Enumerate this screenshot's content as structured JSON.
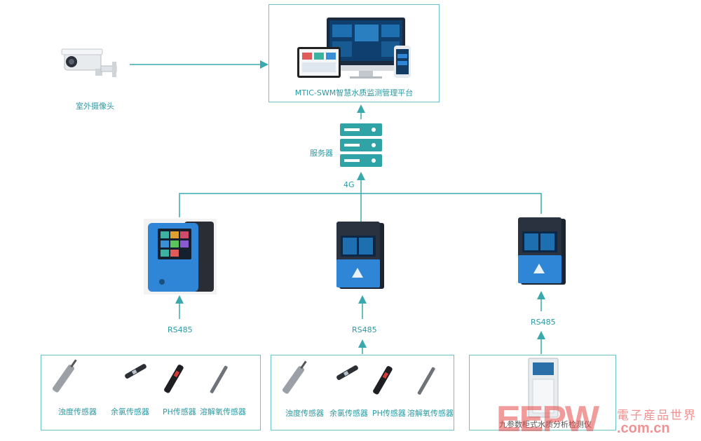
{
  "platform": {
    "label": "MTIC-SWM智慧水质监测管理平台"
  },
  "camera": {
    "label": "室外摄像头"
  },
  "server": {
    "label": "服务器",
    "link_label": "4G"
  },
  "links": {
    "left": "RS485",
    "middle": "RS485",
    "right": "RS485"
  },
  "left_group": {
    "sensors": [
      "浊度传感器",
      "余氯传感器",
      "PH传感器",
      "溶解氧传感器"
    ]
  },
  "middle_group": {
    "sensors": [
      "浊度传感器",
      "余氯传感器",
      "PH传感器",
      "溶解氧传感器"
    ]
  },
  "right_group": {
    "label": "九参数柜式水质分析检测仪"
  },
  "watermark": {
    "logo": "EEPW",
    "cn": "電子産品世界",
    "url": ".com.cn"
  },
  "colors": {
    "line": "#3aa9ae",
    "device_blue": "#2f86d6",
    "device_dark": "#1f2a36"
  }
}
